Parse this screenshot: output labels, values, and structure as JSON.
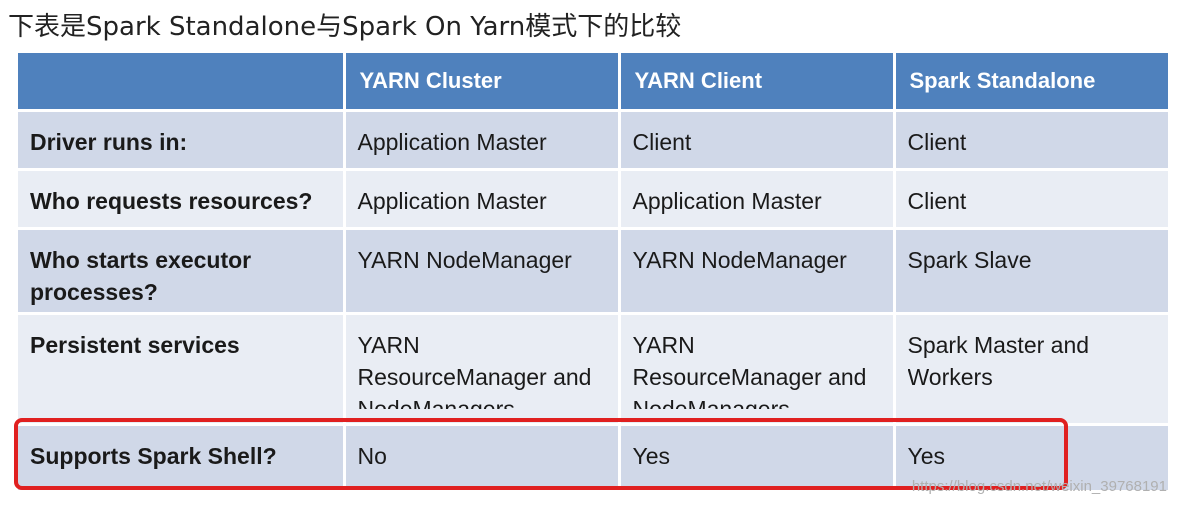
{
  "caption": "下表是Spark Standalone与Spark On Yarn模式下的比较",
  "table": {
    "headers": [
      "",
      "YARN Cluster",
      "YARN Client",
      "Spark Standalone"
    ],
    "rows": [
      [
        "Driver runs in:",
        "Application Master",
        "Client",
        "Client"
      ],
      [
        "Who requests resources?",
        "Application Master",
        "Application Master",
        "Client"
      ],
      [
        "Who starts executor processes?",
        "YARN NodeManager",
        "YARN NodeManager",
        "Spark Slave"
      ],
      [
        "Persistent services",
        "YARN ResourceManager and NodeManagers",
        "YARN ResourceManager and NodeManagers",
        "Spark Master and Workers"
      ],
      [
        "Supports Spark Shell?",
        "No",
        "Yes",
        "Yes"
      ]
    ]
  },
  "colors": {
    "header_bg": "#4f81bd",
    "row_dark": "#d0d8e8",
    "row_light": "#e9edf4",
    "highlight": "#e02020"
  },
  "watermark": "https://blog.csdn.net/weixin_39768191"
}
